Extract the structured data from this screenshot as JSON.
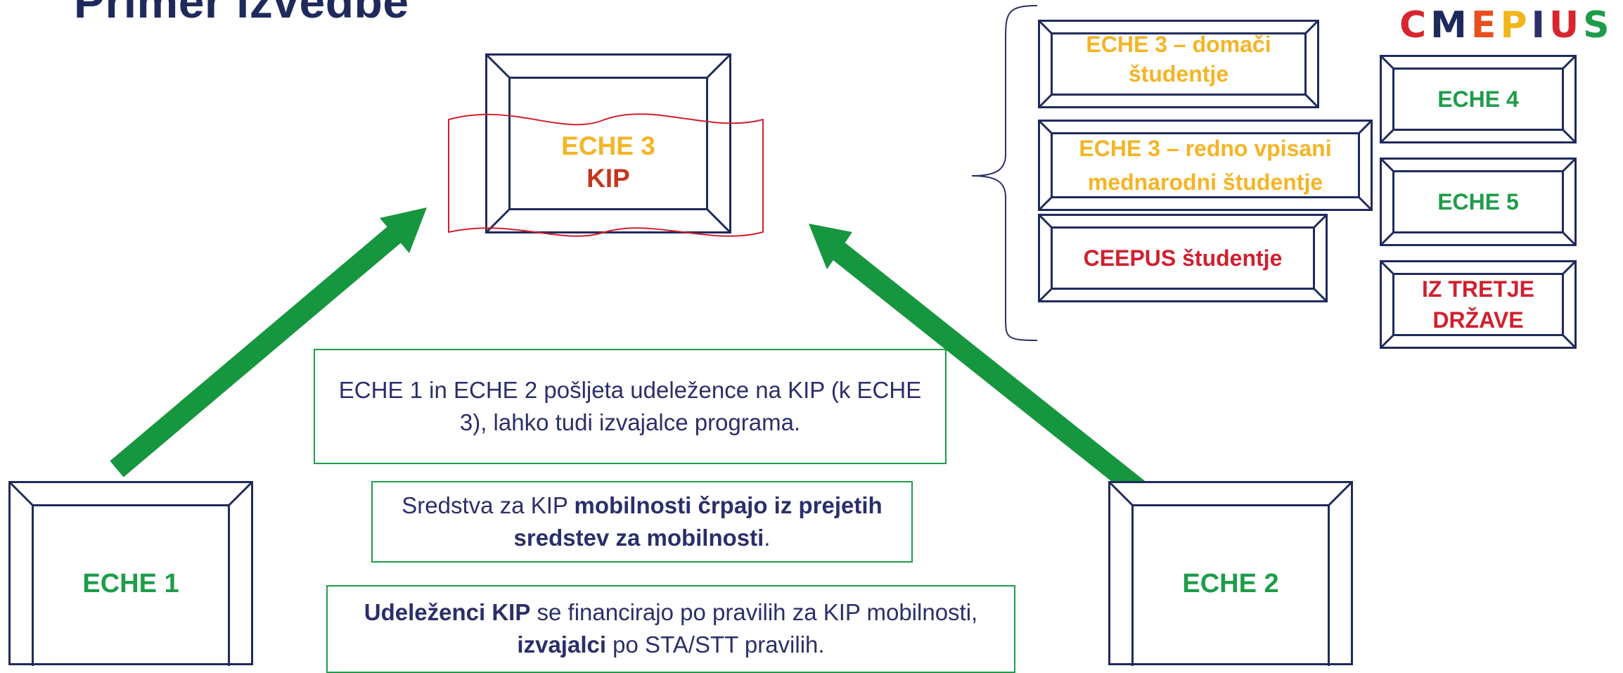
{
  "slide": {
    "title": "Primer izvedbe"
  },
  "logo": {
    "letters": [
      "C",
      "M",
      "E",
      "P",
      "I",
      "U",
      "S"
    ],
    "colors": [
      "#d7262f",
      "#1f2a5c",
      "#e94f1c",
      "#f2b51b",
      "#2a2f6a",
      "#d7262f",
      "#1e9c4a"
    ]
  },
  "colors": {
    "navy": "#1f2a5c",
    "green": "#1e9c4a",
    "orange": "#f5b425",
    "red": "#d0202f",
    "darkred": "#c5351c",
    "arrow": "#16963f"
  },
  "center_box": {
    "line1": "ECHE 3",
    "line2": "KIP"
  },
  "eche1": {
    "label": "ECHE 1"
  },
  "eche2": {
    "label": "ECHE 2"
  },
  "right_group": {
    "domestic": {
      "line1": "ECHE 3 – domači",
      "line2": "študentje"
    },
    "international": {
      "line1": "ECHE 3 – redno vpisani",
      "line2": "mednarodni študentje"
    },
    "ceepus": {
      "label": "CEEPUS študentje"
    },
    "eche4": {
      "label": "ECHE 4"
    },
    "eche5": {
      "label": "ECHE 5"
    },
    "third_country": {
      "line1": "IZ TRETJE",
      "line2": "DRŽAVE"
    }
  },
  "notes": {
    "note1": {
      "text": "ECHE 1 in ECHE 2 pošljeta udeležence na KIP (k ECHE 3), lahko tudi izvajalce programa."
    },
    "note2": {
      "part1": "Sredstva za KIP ",
      "part2": "mobilnosti črpajo iz prejetih sredstev za mobilnosti",
      "part3": "."
    },
    "note3": {
      "part1": "Udeleženci KIP",
      "part2": " se financirajo po pravilih za KIP mobilnosti, ",
      "part3": "izvajalci",
      "part4": " po STA/STT pravilih."
    }
  }
}
